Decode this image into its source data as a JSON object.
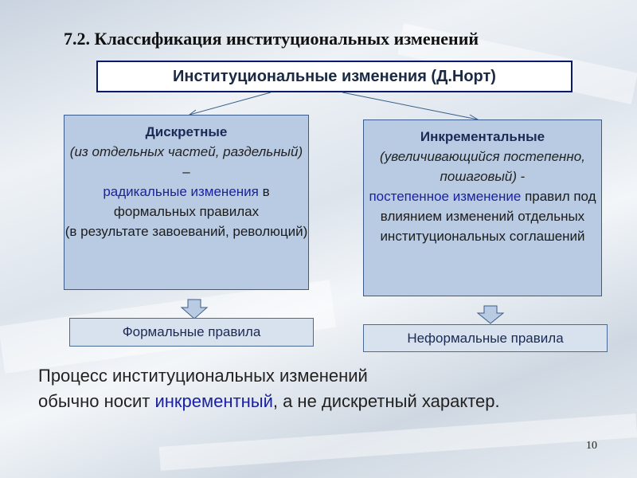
{
  "title": "7.2. Классификация институциональных изменений",
  "top_box": "Институциональные изменения (Д.Норт)",
  "left": {
    "title": "Дискретные",
    "desc": "(из отдельных частей, раздельный)",
    "dash": " –",
    "highlight": "радикальные изменения",
    "rest": " в формальных правилах",
    "extra": "(в результате завоеваний, революций)"
  },
  "right": {
    "title": "Инкрементальные",
    "desc": "(увеличивающийся постепенно, пошаговый)",
    "dash": " -",
    "highlight": "постепенное изменение",
    "rest": " правил под влиянием изменений отдельных институциональных соглашений"
  },
  "rule_left": "Формальные правила",
  "rule_right": "Неформальные правила",
  "conclusion": {
    "line1": "Процесс институциональных изменений",
    "line2_pre": "обычно носит ",
    "line2_hl": "инкрементный",
    "line2_post": ", а не дискретный характер."
  },
  "page_number": "10",
  "colors": {
    "box_fill": "#b9cbe2",
    "highlight": "#1a22a0",
    "border": "#0a1a6a"
  }
}
